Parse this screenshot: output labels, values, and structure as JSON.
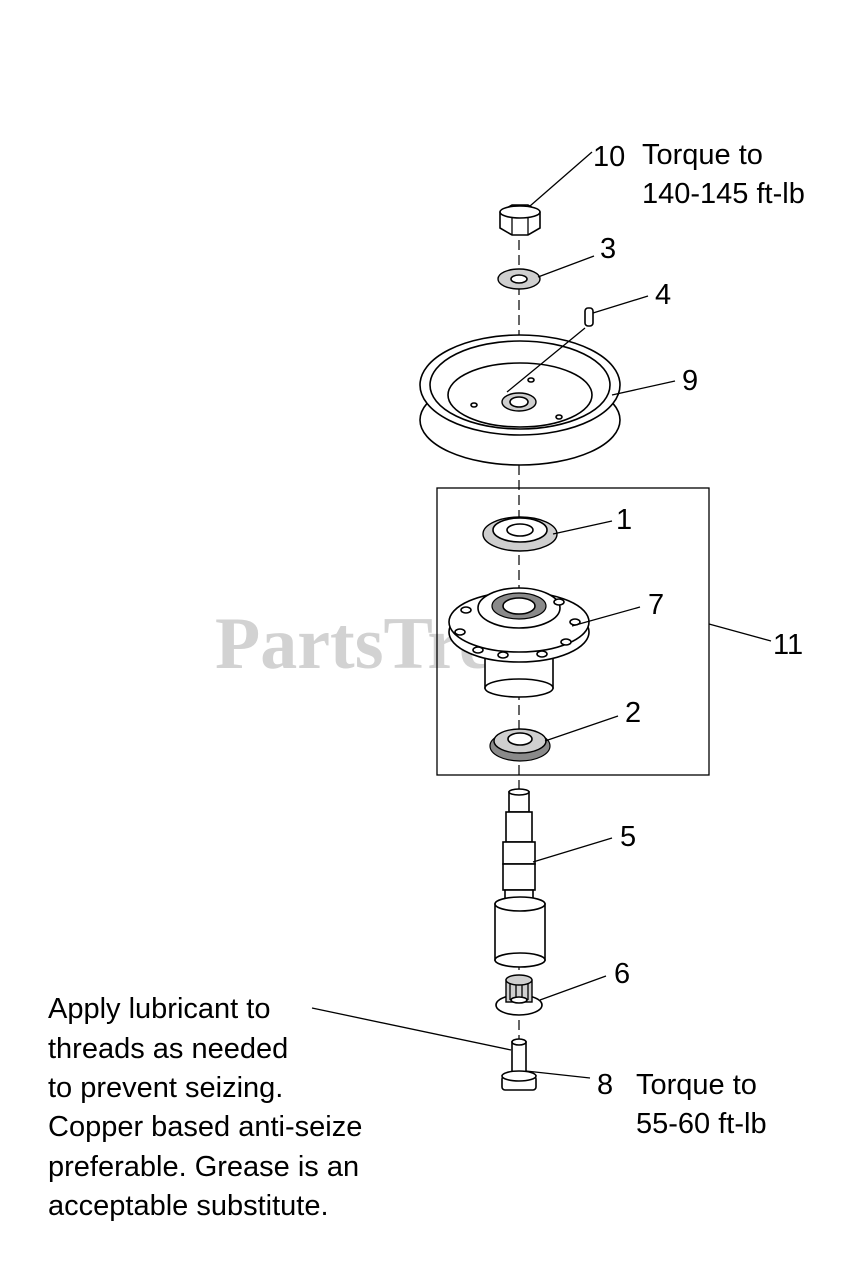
{
  "watermark": "PartsTree",
  "callouts": [
    {
      "id": "10",
      "label": "10"
    },
    {
      "id": "3",
      "label": "3"
    },
    {
      "id": "4",
      "label": "4"
    },
    {
      "id": "9",
      "label": "9"
    },
    {
      "id": "1",
      "label": "1"
    },
    {
      "id": "7",
      "label": "7"
    },
    {
      "id": "11",
      "label": "11"
    },
    {
      "id": "2",
      "label": "2"
    },
    {
      "id": "5",
      "label": "5"
    },
    {
      "id": "6",
      "label": "6"
    },
    {
      "id": "8",
      "label": "8"
    }
  ],
  "torque_notes": {
    "part10": {
      "line1": "Torque to",
      "line2": "140-145 ft-lb"
    },
    "part8": {
      "line1": "Torque to",
      "line2": "55-60 ft-lb"
    }
  },
  "lubricant_note": [
    "Apply lubricant to",
    "threads as needed",
    "to prevent seizing.",
    "Copper based anti-seize",
    "preferable. Grease is an",
    "acceptable substitute."
  ]
}
